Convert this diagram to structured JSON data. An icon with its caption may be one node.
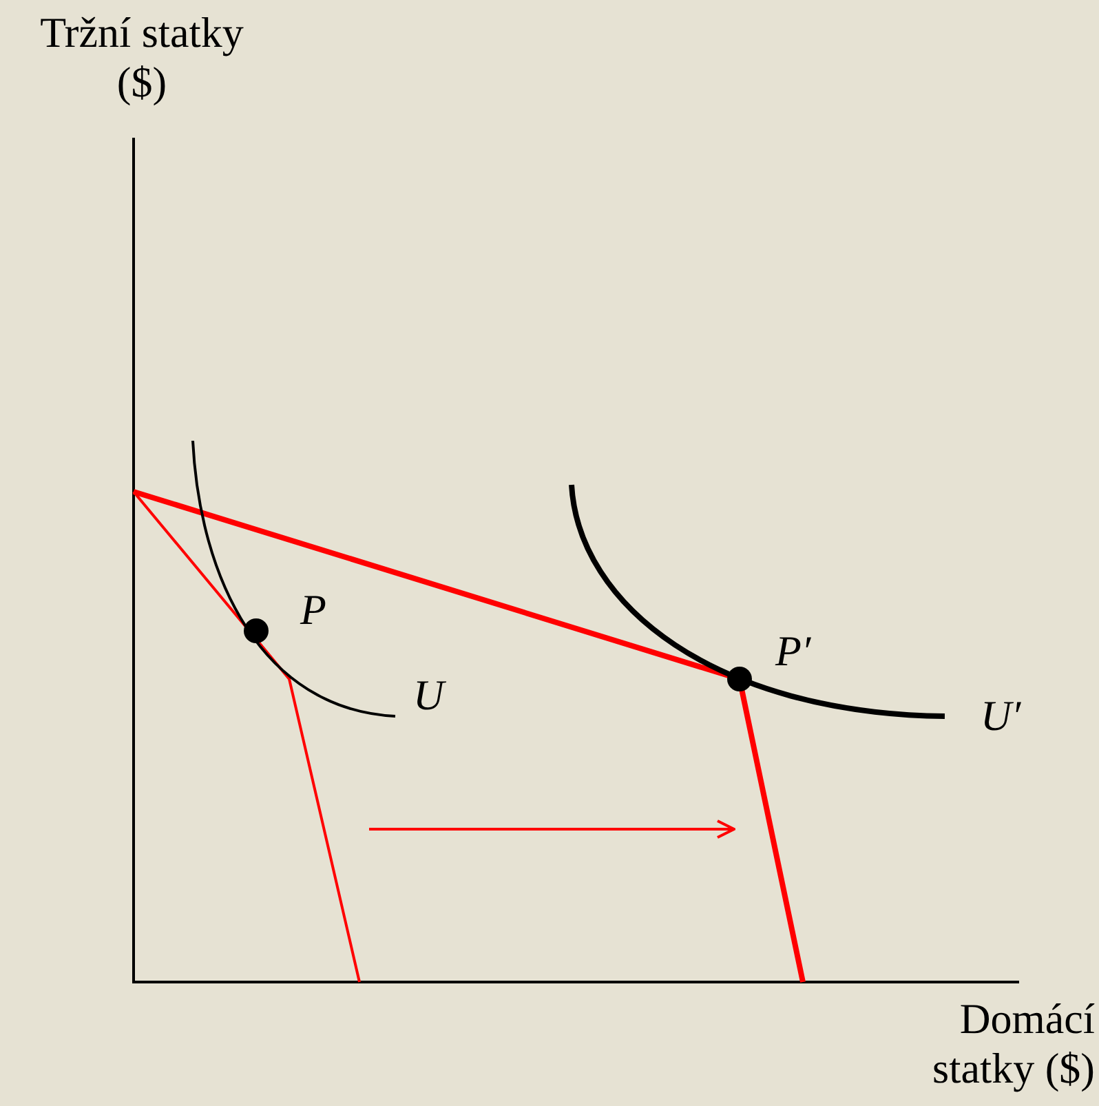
{
  "diagram": {
    "labels": [
      "Tržní statky ($)",
      "P",
      "P′",
      "U",
      "U′",
      "Domácí statky ($)"
    ]
  }
}
